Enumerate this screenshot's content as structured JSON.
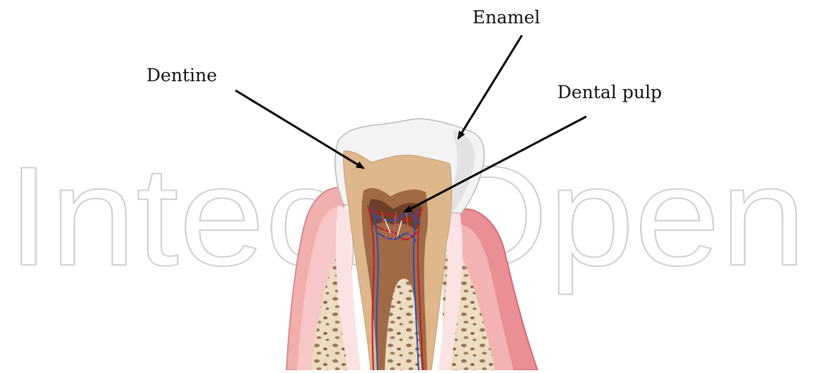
{
  "diagram": {
    "labels": {
      "enamel": "Enamel",
      "dentine": "Dentine",
      "dental_pulp": "Dental pulp"
    },
    "watermark": "IntechOpen"
  },
  "colors": {
    "gum": "#f1aeae",
    "gum_dark": "#e27f84",
    "gum_light": "#fcdada",
    "bone": "#e9d6b8",
    "bone_pore": "#8c6c4e",
    "dentine": "#dfb78d",
    "enamel": "#f3f3f3",
    "pulp": "#8b5a3c",
    "vessel_red": "#b81f26",
    "vessel_blue": "#2a4fb0",
    "watermark": "#cfcfcf",
    "arrow": "#000000"
  }
}
